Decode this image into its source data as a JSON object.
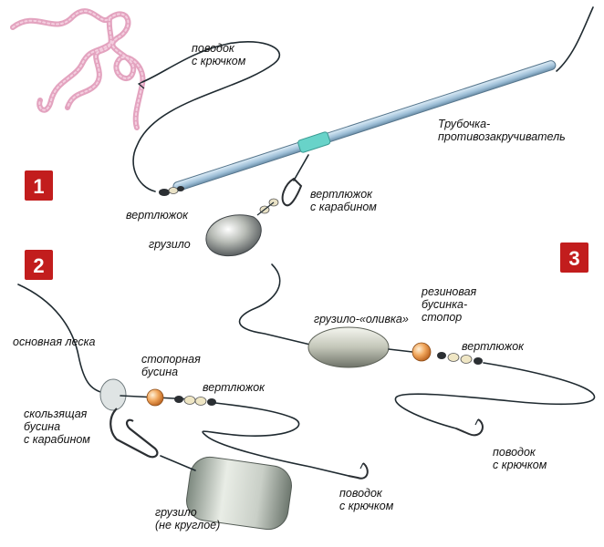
{
  "figures": {
    "f1": {
      "badge": "1",
      "leader": "поводок\nс крючком",
      "tube": "Трубочка-\nпротивозакручиватель",
      "swivel_snap": "вертлюжок\nс карабином",
      "swivel": "вертлюжок",
      "sinker": "грузило"
    },
    "f2": {
      "badge": "2",
      "main_line": "основная леска",
      "stopper_bead": "стопорная\nбусина",
      "swivel": "вертлюжок",
      "sliding_bead": "скользящая\nбусина\nс карабином",
      "leader": "поводок\nс крючком",
      "sinker": "грузило\n(не круглое)"
    },
    "f3": {
      "badge": "3",
      "olive_sinker": "грузило-«оливка»",
      "rubber_stopper": "резиновая\nбусинка-\nстопор",
      "swivel": "вертлюжок",
      "leader": "поводок\nс крючком"
    }
  },
  "colors": {
    "badge": "#c21d1d",
    "worm": "#e3a3bf",
    "line": "#1f2a30",
    "tube": "#a9c9e0",
    "bead": "#f0a65c",
    "sinker": "#c9ccc4"
  }
}
